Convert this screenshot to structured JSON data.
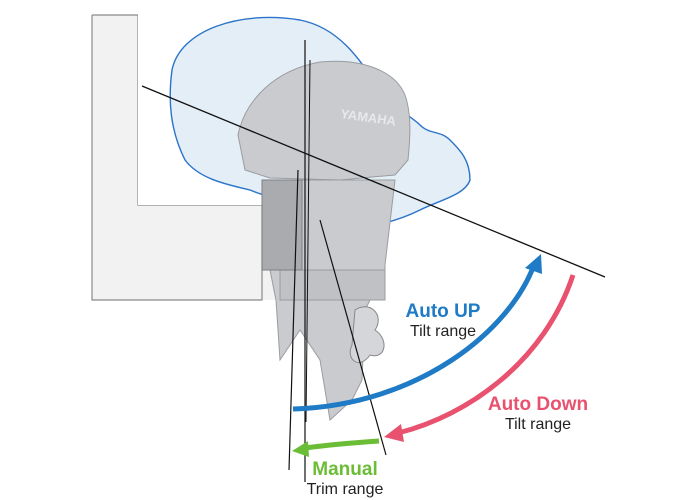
{
  "brand": "YAMAHA",
  "labels": {
    "auto_up": {
      "title": "Auto UP",
      "subtitle": "Tilt range"
    },
    "auto_down": {
      "title": "Auto Down",
      "subtitle": "Tilt range"
    },
    "manual": {
      "title": "Manual",
      "subtitle": "Trim range"
    }
  },
  "colors": {
    "auto_up": "#1f7bc6",
    "auto_down": "#e9526f",
    "manual": "#6bbd36",
    "ghost": "#2a74c9",
    "motor": "#c9cbcf"
  }
}
